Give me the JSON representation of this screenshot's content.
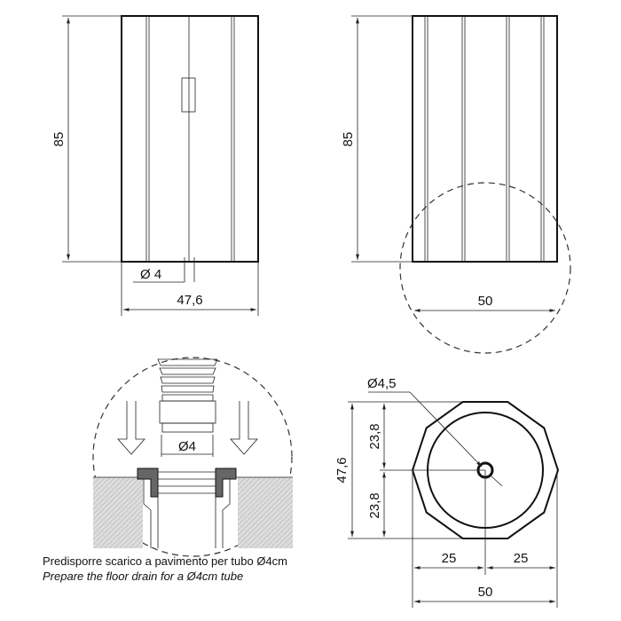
{
  "front_view": {
    "height": "85",
    "drain_diameter": "Ø 4",
    "width": "47,6"
  },
  "side_view": {
    "height": "85",
    "width": "50"
  },
  "detail_view": {
    "pipe_diameter": "Ø4",
    "caption_it": "Predisporre scarico a pavimento per tubo Ø4cm",
    "caption_en": "Prepare the floor drain for a Ø4cm tube"
  },
  "top_view": {
    "hole_diameter": "Ø4,5",
    "total_depth": "47,6",
    "half_depth_top": "23,8",
    "half_depth_bottom": "23,8",
    "half_width_left": "25",
    "half_width_right": "25",
    "total_width": "50"
  }
}
